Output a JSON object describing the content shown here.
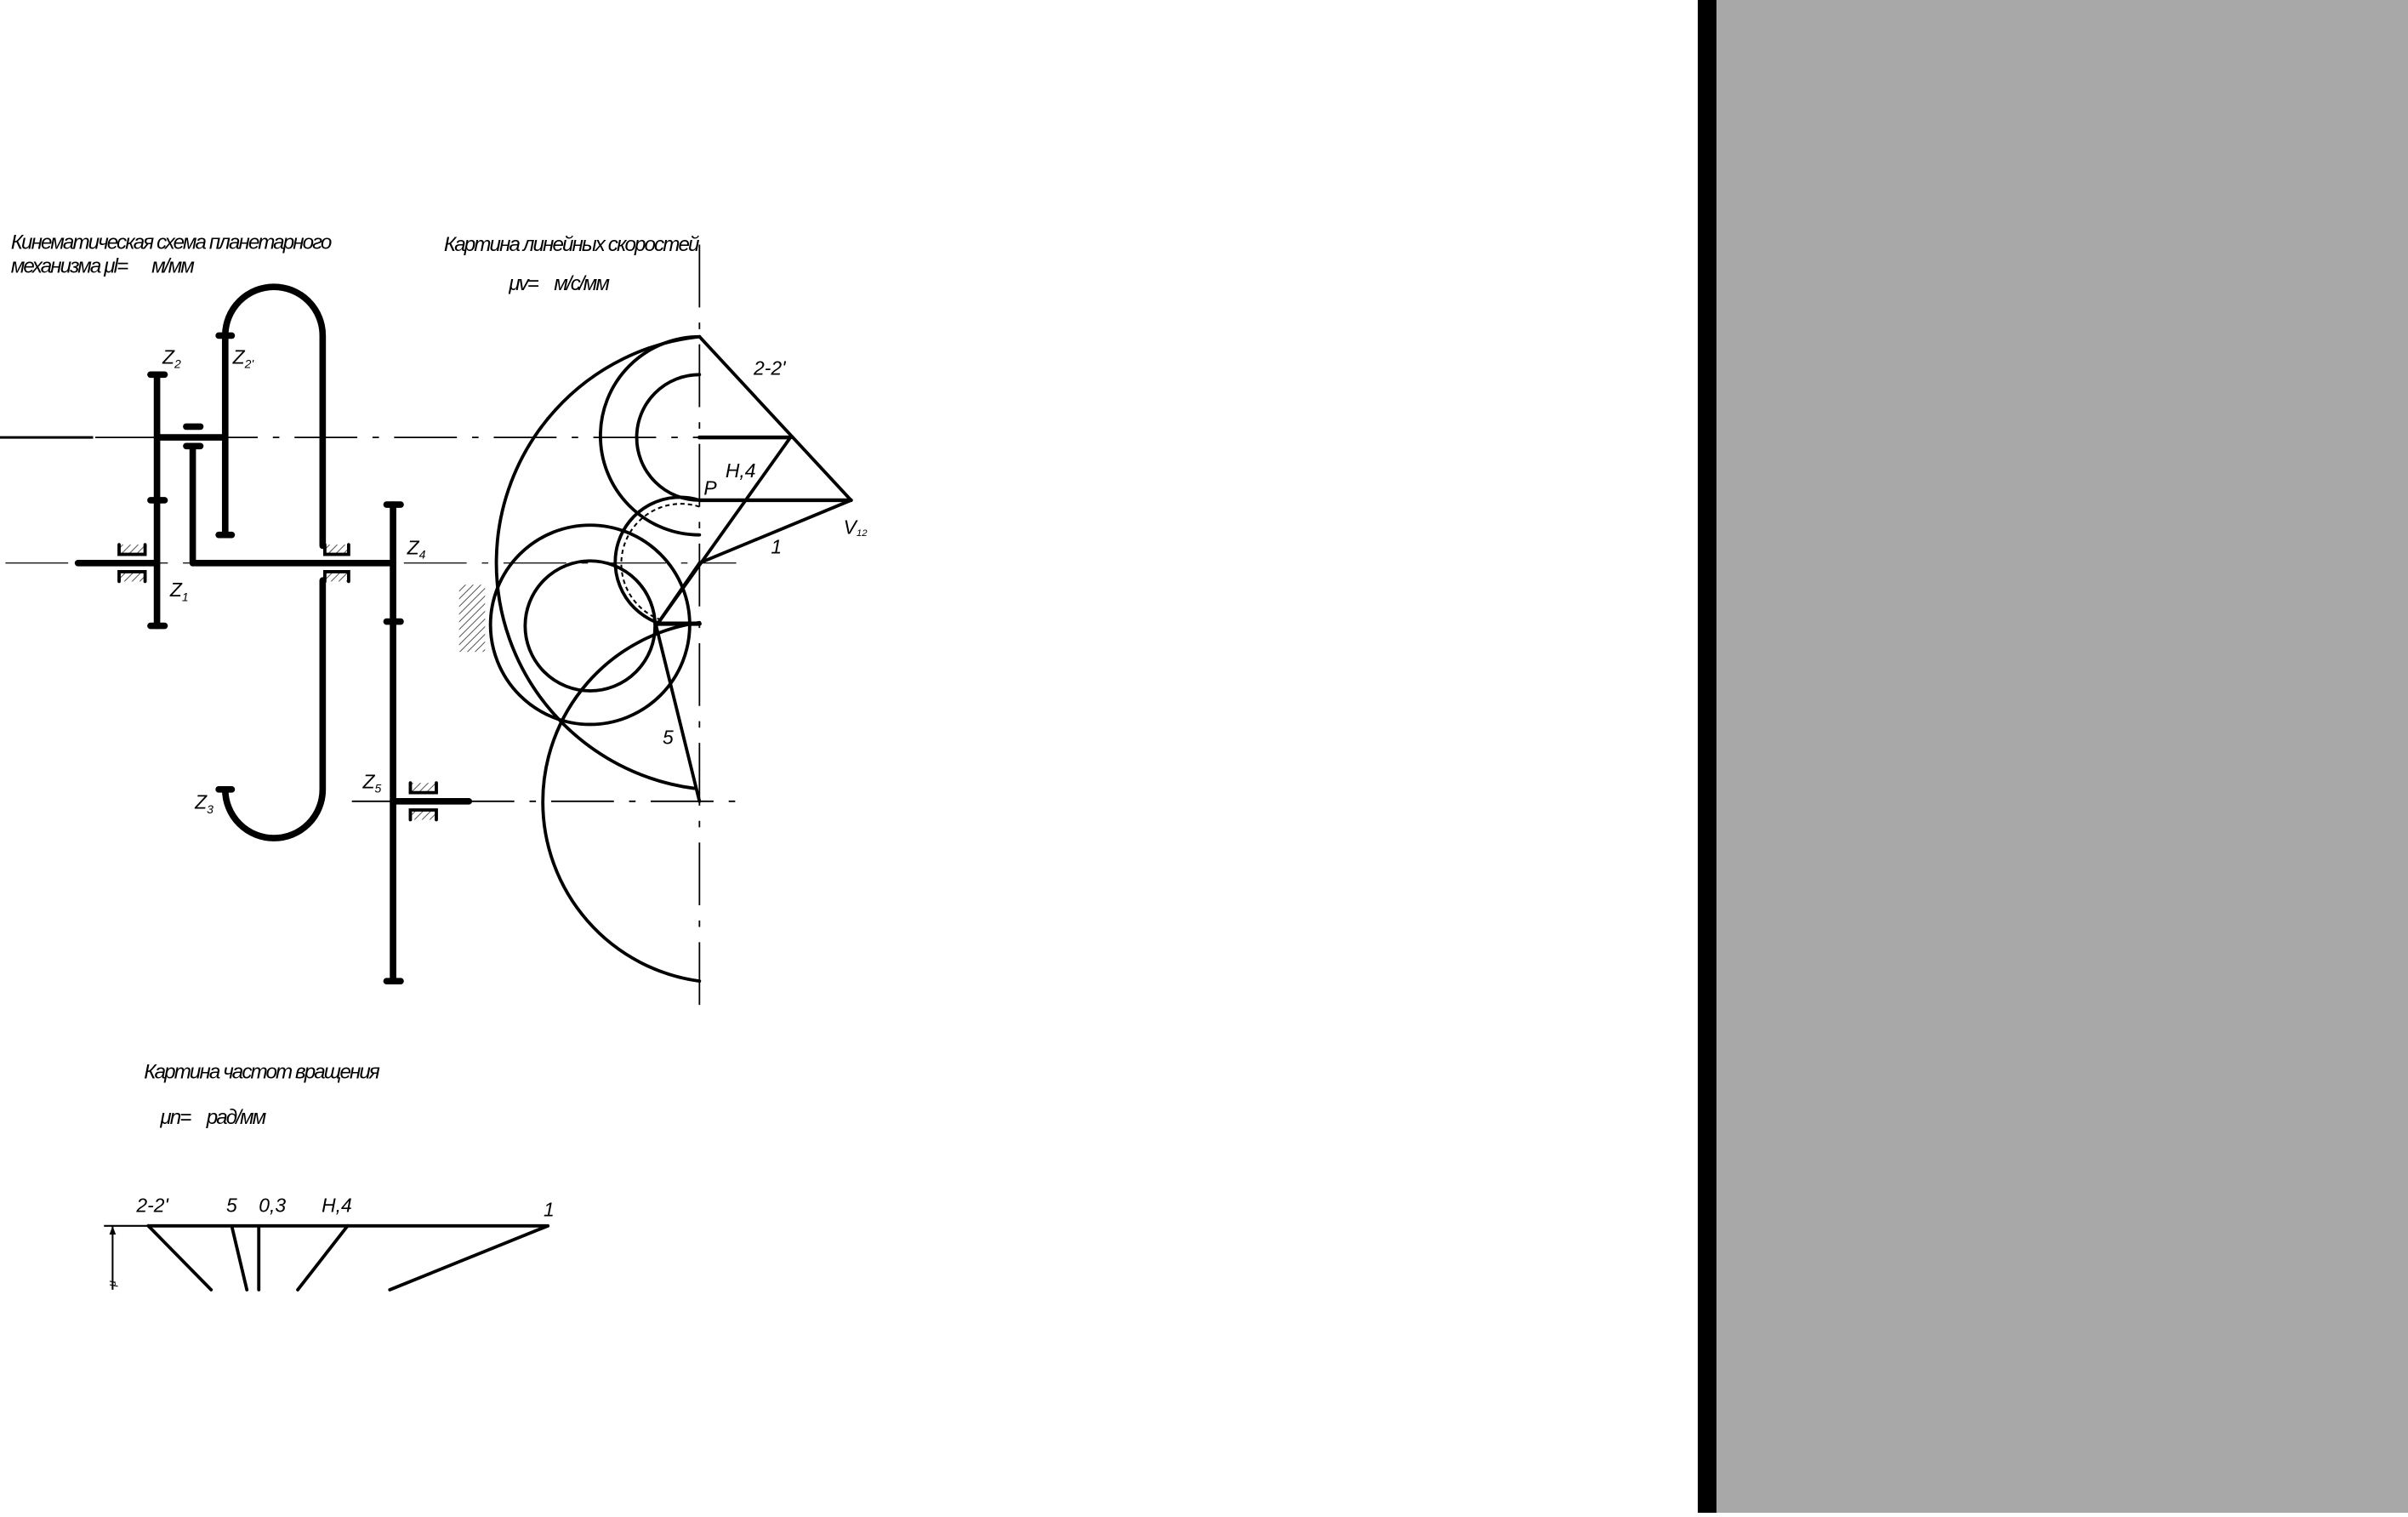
{
  "headers": {
    "kinematic_line1": "Кинематическая схема планетарного",
    "kinematic_line2": "механизма μl=      м/мм",
    "velocity_title": "Картина линейных скоростей",
    "velocity_scale": "μv=    м/с/мм",
    "frequency_title": "Картина частот вращения",
    "frequency_scale": "μn=    рад/мм"
  },
  "scheme_labels": {
    "z1": "Z",
    "z1_sub": "1",
    "z2": "Z",
    "z2_sub": "2",
    "z2p": "Z",
    "z2p_sub": "2'",
    "z3": "Z",
    "z3_sub": "3",
    "z4": "Z",
    "z4_sub": "4",
    "z5": "Z",
    "z5_sub": "5"
  },
  "velocity_labels": {
    "l22": "2-2'",
    "lh4": "H,4",
    "lp": "P",
    "lv": "V",
    "lv_sub": "12",
    "l1": "1",
    "l5": "5"
  },
  "frequency_labels": {
    "f22": "2-2'",
    "f5": "5",
    "f03": "0,3",
    "fh4": "H,4",
    "f1": "1",
    "fmu": "μ"
  },
  "colors": {
    "background": "#ffffff",
    "ink": "#000000",
    "divider": "#000000",
    "side_panel": "#a8a8a8"
  }
}
